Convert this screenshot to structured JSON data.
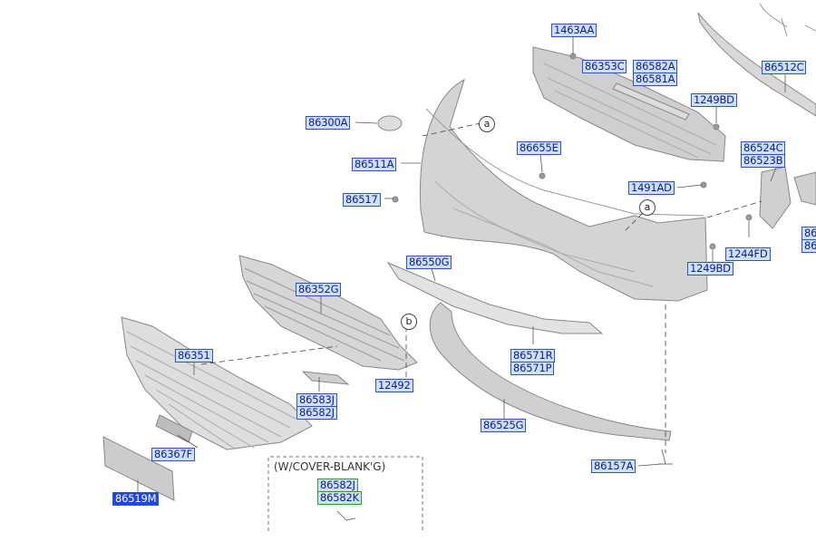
{
  "parts": {
    "p1463AA": "1463AA",
    "p86353C": "86353C",
    "p86582A": "86582A",
    "p86581A": "86581A",
    "p1249BD_top": "1249BD",
    "p86512C": "86512C",
    "p86300A": "86300A",
    "p86655E": "86655E",
    "p86511A": "86511A",
    "p86524C": "86524C",
    "p86523B": "86523B",
    "p86517": "86517",
    "p1491AD": "1491AD",
    "p1244FD": "1244FD",
    "p1249BD_mid": "1249BD",
    "p86550G": "86550G",
    "p86352G": "86352G",
    "p86351": "86351",
    "p12492": "12492",
    "p86571R": "86571R",
    "p86571P": "86571P",
    "p86583J": "86583J",
    "p86582J_a": "86582J",
    "p86525G": "86525G",
    "p86367F": "86367F",
    "p86157A": "86157A",
    "p86519M": "86519M",
    "p86582J_b": "86582J",
    "p86582K": "86582K",
    "edge_a": "86",
    "edge_b": "86"
  },
  "callouts": {
    "a": "a",
    "b": "b"
  },
  "note_box": {
    "caption": "(W/COVER-BLANK'G)"
  },
  "colors": {
    "label_fill": "#cfe0ff",
    "label_border": "#2c52d6",
    "highlight": "#1f44e8",
    "green_border": "#2f9a2f"
  }
}
